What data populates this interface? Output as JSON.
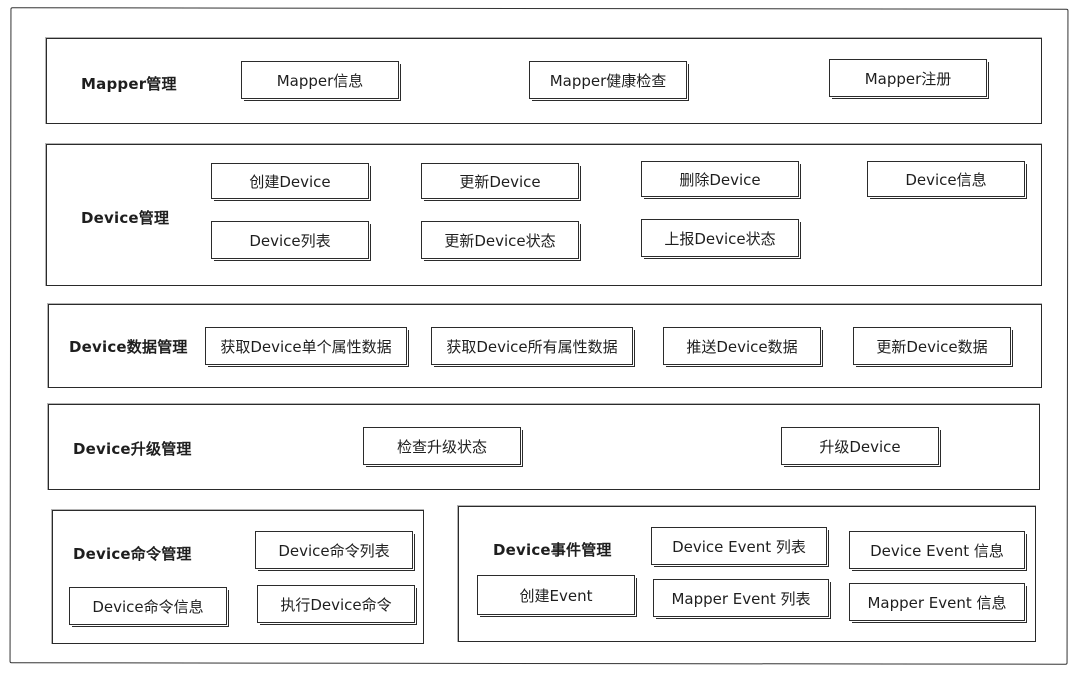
{
  "mapper": {
    "title": "Mapper管理",
    "items": [
      "Mapper信息",
      "Mapper健康检查",
      "Mapper注册"
    ]
  },
  "device": {
    "title": "Device管理",
    "items": [
      "创建Device",
      "更新Device",
      "删除Device",
      "Device信息",
      "Device列表",
      "更新Device状态",
      "上报Device状态"
    ]
  },
  "device_data": {
    "title": "Device数据管理",
    "items": [
      "获取Device单个属性数据",
      "获取Device所有属性数据",
      "推送Device数据",
      "更新Device数据"
    ]
  },
  "device_upgrade": {
    "title": "Device升级管理",
    "items": [
      "检查升级状态",
      "升级Device"
    ]
  },
  "device_command": {
    "title": "Device命令管理",
    "items": [
      "Device命令列表",
      "Device命令信息",
      "执行Device命令"
    ]
  },
  "device_event": {
    "title": "Device事件管理",
    "items": [
      "Device Event 列表",
      "Device Event 信息",
      "创建Event",
      "Mapper Event 列表",
      "Mapper Event 信息"
    ]
  }
}
